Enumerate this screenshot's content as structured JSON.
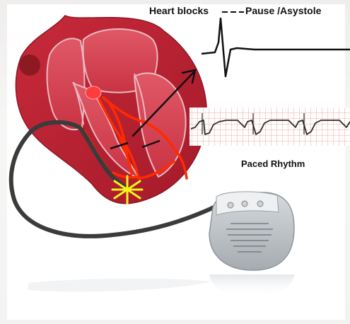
{
  "labels": {
    "heart_blocks": "Heart blocks",
    "pause_asystole": "Pause /Asystole",
    "paced_rhythm": "Paced Rhythm"
  },
  "colors": {
    "myocardium": "#c8283a",
    "chamber": "#d4404f",
    "conduction": "#ff2a00",
    "lead": "#3b3b3b",
    "ecg_grid": "#f39a9a",
    "ecg_line": "#2a2a2a",
    "device": "#b9bec2",
    "spark": "#f4f41c"
  },
  "icons": {
    "heart": "heart-illustration",
    "pacemaker": "pacemaker-device",
    "spark": "pacing-spark-icon"
  }
}
